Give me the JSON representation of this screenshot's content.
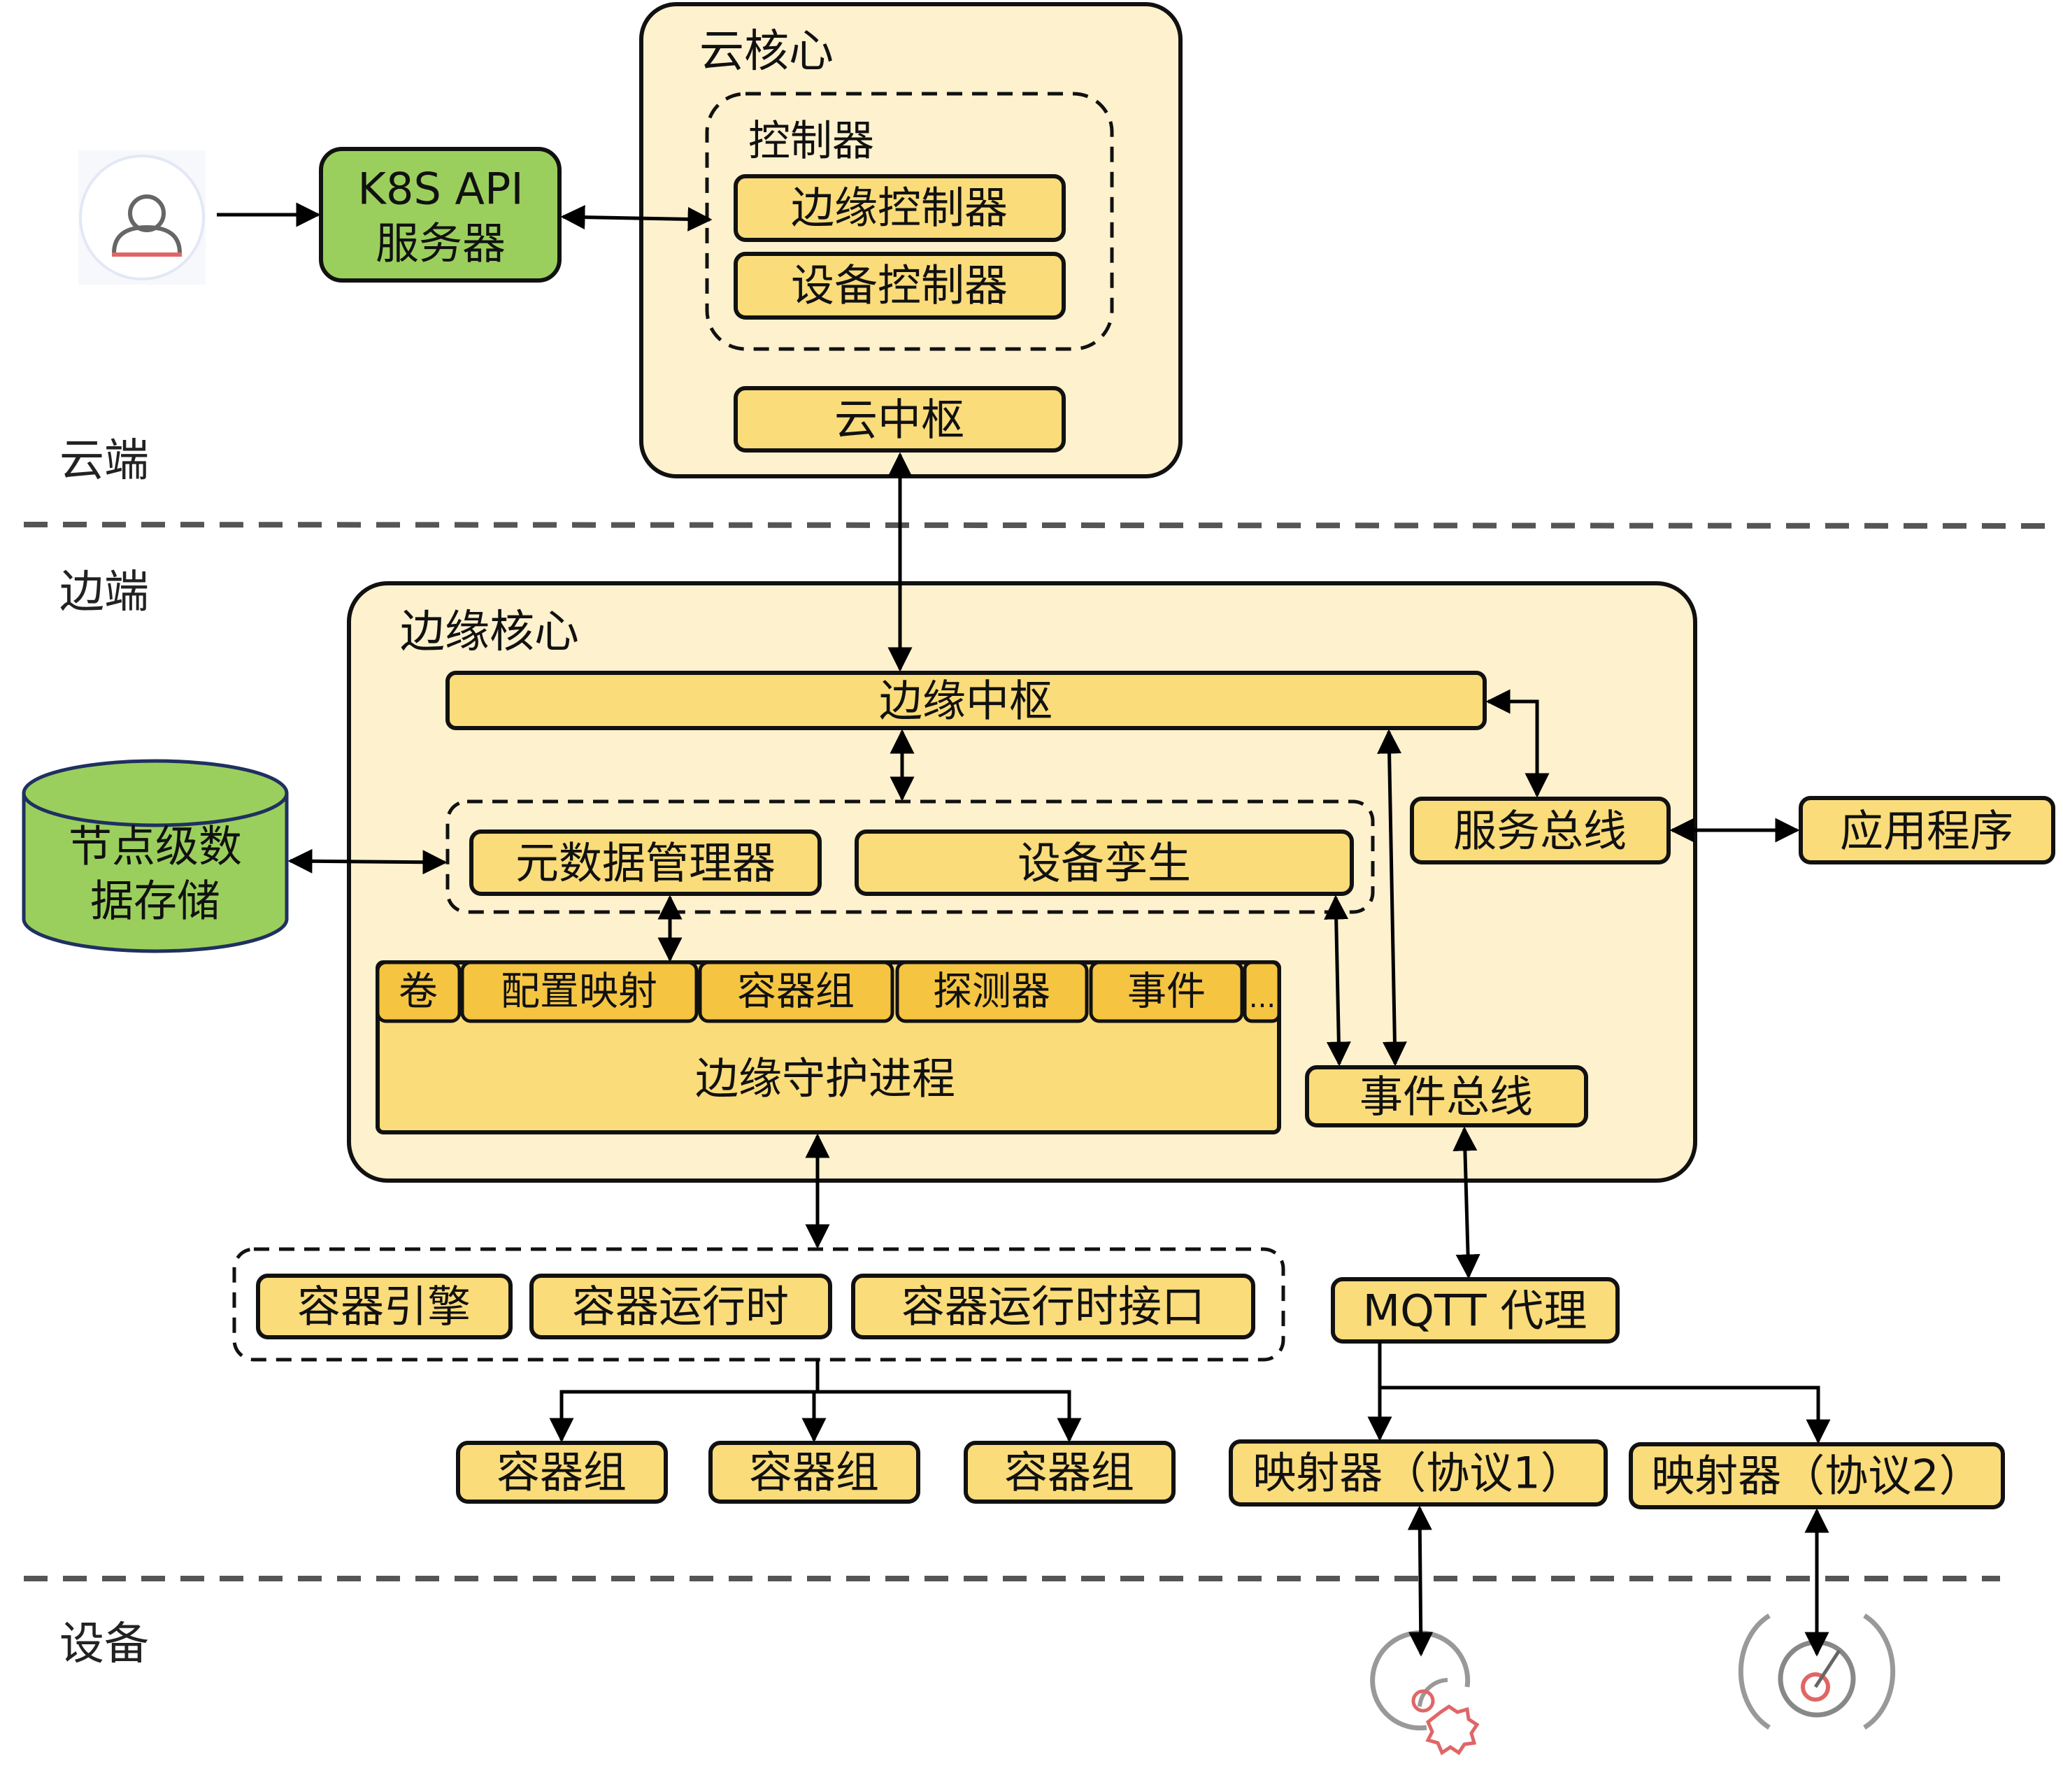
{
  "zones": {
    "cloud": "云端",
    "edge": "边端",
    "device": "设备"
  },
  "cloud": {
    "user_icon": "user-icon",
    "k8s_api": [
      "K8S API",
      "服务器"
    ],
    "core_title": "云核心",
    "controllers_title": "控制器",
    "edge_controller": "边缘控制器",
    "device_controller": "设备控制器",
    "cloud_hub": "云中枢"
  },
  "edge": {
    "core_title": "边缘核心",
    "edge_hub": "边缘中枢",
    "metadata_manager": "元数据管理器",
    "device_twin": "设备孪生",
    "daemon_tabs": [
      "卷",
      "配置映射",
      "容器组",
      "探测器",
      "事件",
      "..."
    ],
    "daemon": "边缘守护进程",
    "service_bus": "服务总线",
    "event_bus": "事件总线",
    "application": "应用程序",
    "node_storage": [
      "节点级数",
      "据存储"
    ]
  },
  "runtime": {
    "engine": "容器引擎",
    "runtime": "容器运行时",
    "cri": "容器运行时接口",
    "pods": [
      "容器组",
      "容器组",
      "容器组"
    ]
  },
  "mqtt": {
    "broker": "MQTT 代理",
    "mapper1": "映射器（协议1）",
    "mapper2": "映射器（协议2）"
  },
  "devices": [
    "device-sensor-icon",
    "device-radar-icon"
  ]
}
